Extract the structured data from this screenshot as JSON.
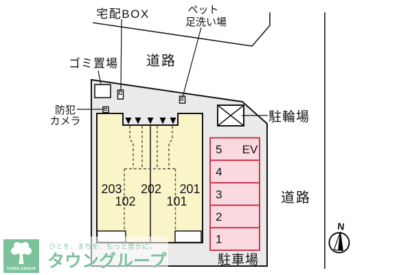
{
  "plan": {
    "delivery_box_label": "宅配BOX",
    "pet_wash_label_line1": "ペット",
    "pet_wash_label_line2": "足洗い場",
    "garbage_label": "ゴミ置場",
    "road_label_top": "道路",
    "road_label_right": "道路",
    "security_camera_label_line1": "防犯",
    "security_camera_label_line2": "カメラ",
    "bicycle_parking_label": "駐輪場",
    "car_parking_label": "駐車場",
    "compass_north": "N",
    "units_upper": [
      "203",
      "202",
      "201"
    ],
    "units_lower": [
      "102",
      "101"
    ],
    "parking_stalls": [
      "5",
      "4",
      "3",
      "2",
      "1"
    ],
    "ev_label": "EV"
  },
  "branding": {
    "logo_square_text": "TOWN GROUP",
    "tagline": "ひとを、まちを、もっと豊かに。",
    "company_name": "タウングループ"
  },
  "colors": {
    "site_fill": "#EAEAEA",
    "building_fill": "#FAF4C9",
    "parking_fill": "#FBD9E0",
    "parking_border": "#C93A4E",
    "brand_green": "#7CC29B"
  }
}
